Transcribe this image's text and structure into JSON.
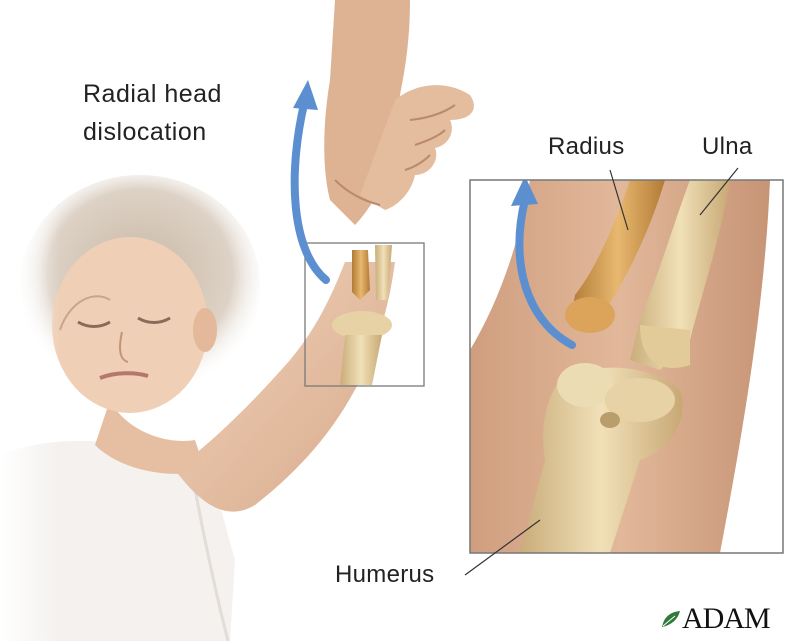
{
  "title": {
    "line1": "Radial head",
    "line2": "dislocation"
  },
  "labels": {
    "radius": "Radius",
    "ulna": "Ulna",
    "humerus": "Humerus"
  },
  "logo": "ADAM",
  "colors": {
    "arrow": "#5b8fd0",
    "skin": "#e9c3a6",
    "bone": "#e8d2a2",
    "radius_bone": "#d9a45a",
    "inset_border": "#777777"
  }
}
